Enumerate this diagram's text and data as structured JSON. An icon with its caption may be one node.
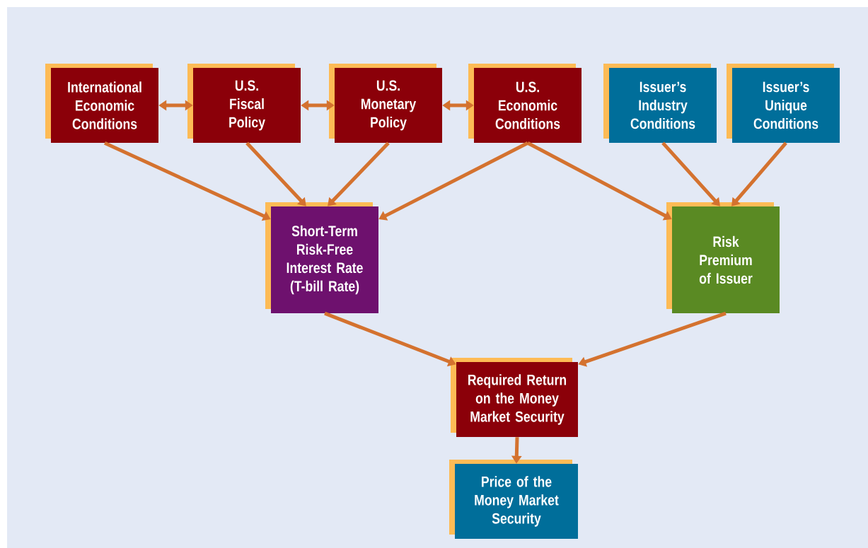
{
  "diagram": {
    "nodes": [
      {
        "text": [
          "International Economic Conditions"
        ]
      },
      {
        "text": [
          "U.S. Fiscal Policy"
        ]
      },
      {
        "text": [
          "U.S. Monetary Policy"
        ]
      },
      {
        "text": [
          "U.S. Economic Conditions"
        ]
      },
      {
        "text": [
          "Issuer’s Industry Conditions"
        ]
      },
      {
        "text": [
          "Issuer’s Unique Conditions"
        ]
      },
      {
        "text": [
          "Short-Term Risk-Free Interest Rate (T-bill Rate)"
        ]
      },
      {
        "text": [
          "Risk Premium of Issuer"
        ]
      },
      {
        "text": [
          "Required Return on the Money Market Security"
        ]
      },
      {
        "text": [
          "Price of the Money Market Security"
        ]
      }
    ],
    "edges": [
      {
        "from": 0,
        "to": 1,
        "arrow": "both"
      },
      {
        "from": 1,
        "to": 2,
        "arrow": "both"
      },
      {
        "from": 2,
        "to": 3,
        "arrow": "both"
      },
      {
        "from": 0,
        "to": 6,
        "arrow": "to"
      },
      {
        "from": 1,
        "to": 6,
        "arrow": "to"
      },
      {
        "from": 2,
        "to": 6,
        "arrow": "to"
      },
      {
        "from": 3,
        "to": 6,
        "arrow": "to"
      },
      {
        "from": 3,
        "to": 7,
        "arrow": "to"
      },
      {
        "from": 4,
        "to": 7,
        "arrow": "to"
      },
      {
        "from": 5,
        "to": 7,
        "arrow": "to"
      },
      {
        "from": 6,
        "to": 8,
        "arrow": "to"
      },
      {
        "from": 7,
        "to": 8,
        "arrow": "to"
      },
      {
        "from": 8,
        "to": 9,
        "arrow": "to"
      }
    ]
  }
}
